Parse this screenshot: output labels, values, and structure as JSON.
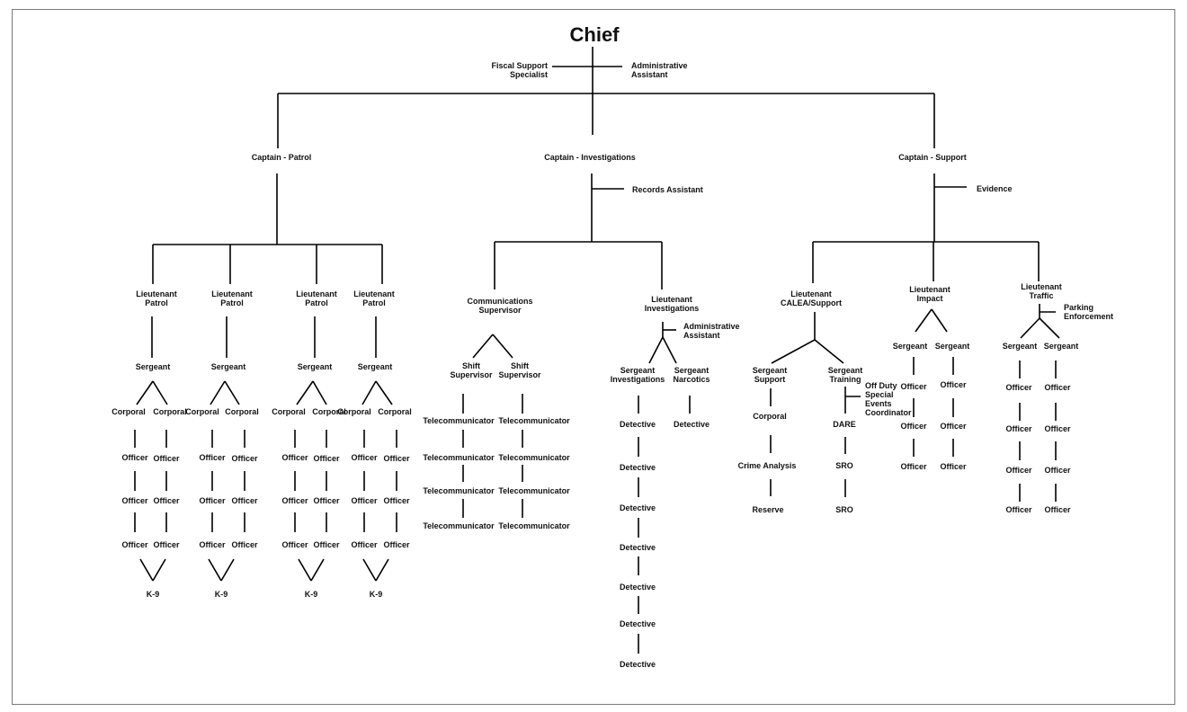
{
  "chart": {
    "chief": "Chief",
    "fiscal_support": "Fiscal Support\nSpecialist",
    "admin_assistant_chief": "Administrative\nAssistant",
    "captains": {
      "patrol": "Captain - Patrol",
      "investigations": "Captain - Investigations",
      "support": "Captain - Support"
    },
    "patrol": {
      "lieutenant": "Lieutenant\nPatrol",
      "sergeant": "Sergeant",
      "corporal": "Corporal",
      "officer": "Officer",
      "k9": "K-9"
    },
    "investigations": {
      "records_assistant": "Records Assistant",
      "communications_supervisor": "Communications\nSupervisor",
      "shift_supervisor": "Shift\nSupervisor",
      "telecommunicator": "Telecommunicator",
      "lieutenant": "Lieutenant\nInvestigations",
      "admin_assistant": "Administrative\nAssistant",
      "sergeant_investigations": "Sergeant\nInvestigations",
      "sergeant_narcotics": "Sergeant\nNarcotics",
      "detective": "Detective"
    },
    "support": {
      "evidence": "Evidence",
      "lt_calea": "Lieutenant\nCALEA/Support",
      "lt_impact": "Lieutenant\nImpact",
      "lt_traffic": "Lieutenant\nTraffic",
      "sergeant_support": "Sergeant\nSupport",
      "sergeant_training": "Sergeant\nTraining",
      "off_duty": "Off Duty\nSpecial\nEvents\nCoordinator",
      "corporal": "Corporal",
      "crime_analysis": "Crime Analysis",
      "reserve": "Reserve",
      "dare": "DARE",
      "sro": "SRO",
      "sergeant": "Sergeant",
      "officer": "Officer",
      "parking": "Parking\nEnforcement"
    },
    "line_color": "#000000",
    "text_color": "#111111"
  }
}
